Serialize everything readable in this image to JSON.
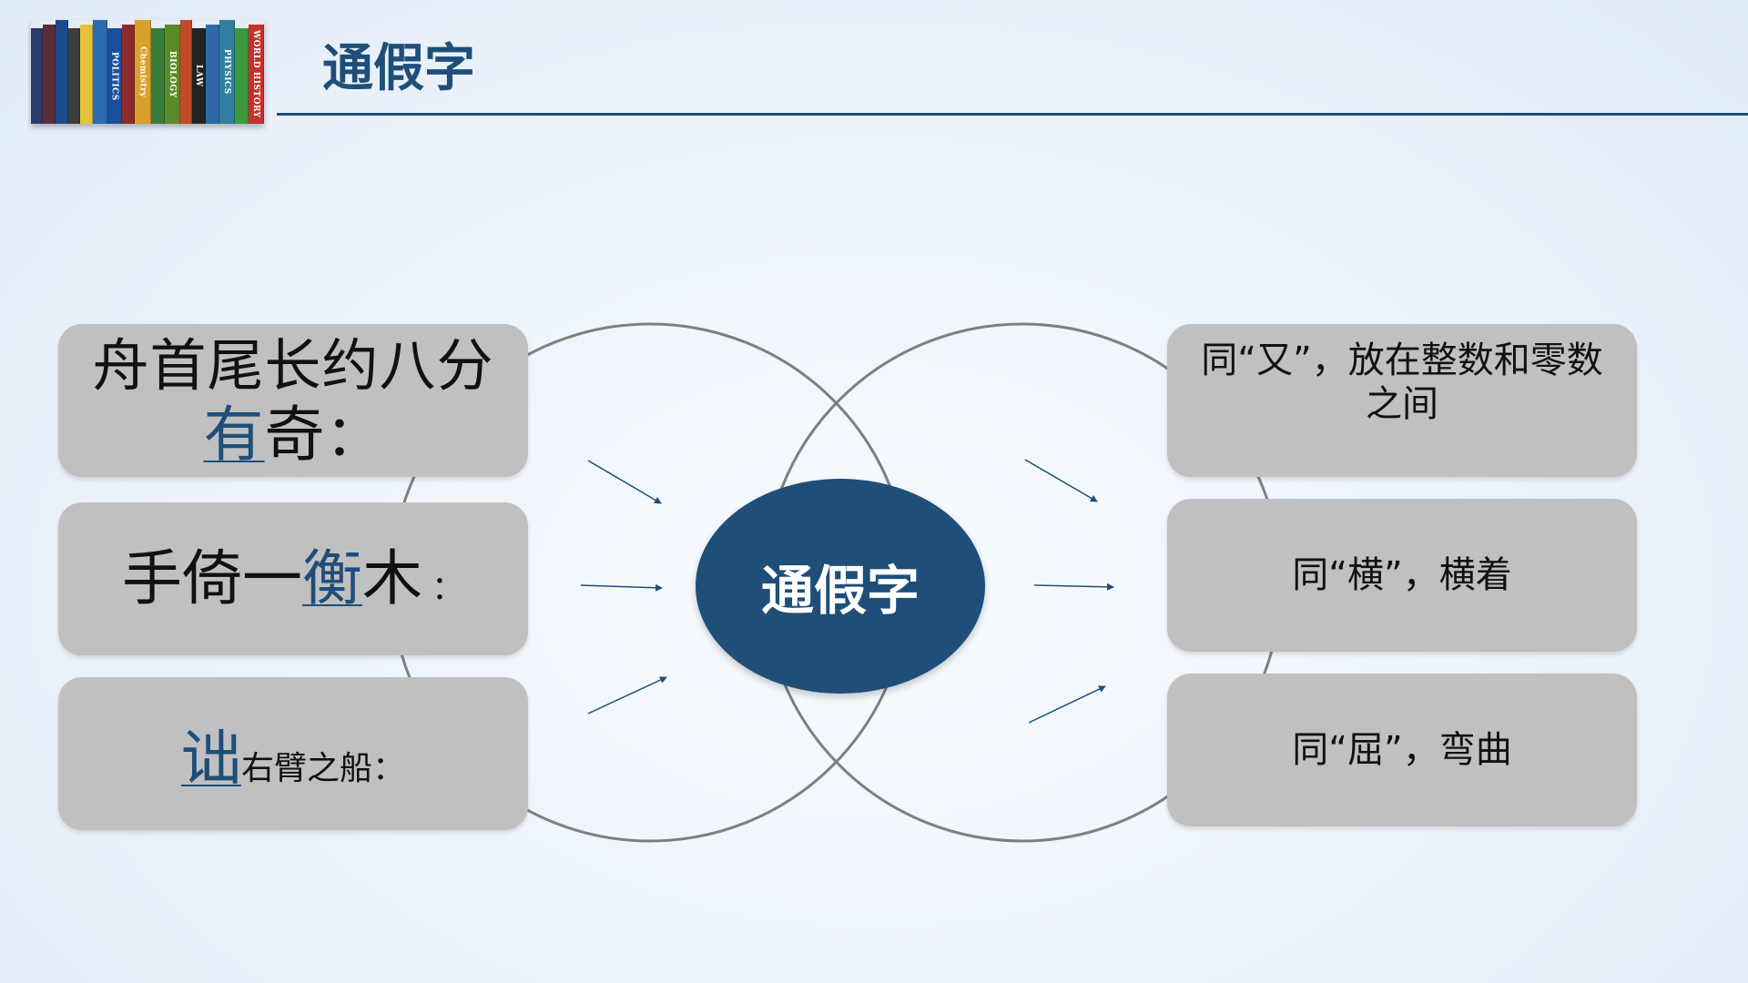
{
  "slide": {
    "title": "通假字",
    "center_label": "通假字",
    "books": [
      {
        "label": "",
        "color": "#2b3a67"
      },
      {
        "label": "",
        "color": "#5a2d3a"
      },
      {
        "label": "",
        "color": "#1b4a8f"
      },
      {
        "label": "",
        "color": "#3c3c3c"
      },
      {
        "label": "",
        "color": "#e3c23a"
      },
      {
        "label": "",
        "color": "#2b6cb0"
      },
      {
        "label": "POLITICS",
        "color": "#1a4fa0"
      },
      {
        "label": "",
        "color": "#8b2b2b"
      },
      {
        "label": "Chemistry",
        "color": "#d9a02c"
      },
      {
        "label": "",
        "color": "#3a7d3a"
      },
      {
        "label": "BIOLOGY",
        "color": "#5b8c2a"
      },
      {
        "label": "",
        "color": "#c04a2a"
      },
      {
        "label": "LAW",
        "color": "#222222"
      },
      {
        "label": "",
        "color": "#2d6aa8"
      },
      {
        "label": "PHYSICS",
        "color": "#2f7f9e"
      },
      {
        "label": "",
        "color": "#3b9a3b"
      },
      {
        "label": "WORLD HISTORY",
        "color": "#c8302c"
      }
    ],
    "left_items": [
      {
        "prefix": "舟首尾长约八分",
        "highlight": "有",
        "rest": "奇",
        "colon": "："
      },
      {
        "prefix": "手倚一",
        "highlight": "衡",
        "rest": "木",
        "colon": "："
      },
      {
        "prefix": "",
        "highlight": "诎",
        "rest": "右臂之船",
        "colon": "："
      }
    ],
    "right_items": [
      {
        "text": "同“又”，放在整数和零数之间"
      },
      {
        "text": "同“横”，横着"
      },
      {
        "text": "同“屈”，弯曲"
      }
    ],
    "colors": {
      "accent": "#1f4e79",
      "box_fill": "#c0c0c0",
      "circle_stroke": "#7f7f7f"
    }
  }
}
